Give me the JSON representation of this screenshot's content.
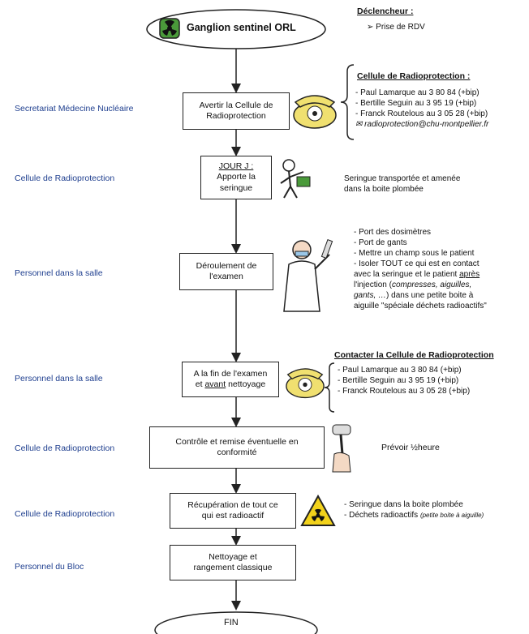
{
  "start": {
    "label": "Ganglion sentinel ORL"
  },
  "end": {
    "label": "FIN"
  },
  "trigger": {
    "title": "Déclencheur :",
    "item": "Prise de RDV"
  },
  "steps": [
    {
      "role": "Secretariat Médecine Nucléaire",
      "line1": "Avertir la Cellule de",
      "line2": "Radioprotection"
    },
    {
      "role": "Cellule de Radioprotection",
      "line1": "JOUR J :",
      "line2": "Apporte la",
      "line3": "seringue"
    },
    {
      "role": "Personnel dans la salle",
      "line1": "Déroulement de",
      "line2": "l'examen"
    },
    {
      "role": "Personnel dans la salle",
      "line1": "A la fin de l'examen",
      "line2a": "et ",
      "line2u": "avant",
      "line2b": " nettoyage"
    },
    {
      "role": "Cellule de Radioprotection",
      "line1": "Contrôle et remise éventuelle en",
      "line2": "conformité"
    },
    {
      "role": "Cellule de Radioprotection",
      "line1": "Récupération de tout ce",
      "line2": "qui est radioactif"
    },
    {
      "role": "Personnel du Bloc",
      "line1": "Nettoyage et",
      "line2": "rangement classique"
    }
  ],
  "contact1": {
    "title": "Cellule de Radioprotection :",
    "lines": [
      "- Paul Lamarque au 3 80 84 (+bip)",
      "- Bertille Seguin au 3 95 19 (+bip)",
      "- Franck Routelous au 3 05 28 (+bip)"
    ],
    "email": "radioprotection@chu-montpellier.fr"
  },
  "note_syringe": [
    "Seringue transportée et amenée",
    "dans la boite plombée"
  ],
  "exam_notes": {
    "l1": "- Port des dosimètres",
    "l2": "- Port de gants",
    "l3": "- Mettre un champ sous le patient",
    "l4": "- Isoler TOUT ce qui est en contact",
    "l5a": "avec la seringue et le patient ",
    "l5u": "après",
    "l6a": "l'injection (",
    "l6i": "compresses, aiguilles,",
    "l7i": "gants, …",
    "l7b": ") dans une petite boite à",
    "l8": "aiguille \"spéciale déchets radioactifs\""
  },
  "contact2": {
    "title": "Contacter la Cellule de Radioprotection",
    "lines": [
      "- Paul Lamarque au 3 80 84 (+bip)",
      "- Bertille Seguin au 3 95 19 (+bip)",
      "- Franck Routelous au 3 05 28 (+bip)"
    ]
  },
  "note_time": "Prévoir ½heure",
  "final_notes": {
    "l1": "- Seringue dans la boite plombée",
    "l2a": "- Déchets radioactifs ",
    "l2i": "(petite boite à aiguille)"
  },
  "icons": [
    "radioactive-logo-icon",
    "telephone-icon",
    "syringe-carrier-icon",
    "nurse-syringe-icon",
    "dosimeter-probe-icon",
    "radiation-warning-icon"
  ],
  "colors": {
    "role_text": "#1f3f8f",
    "warning_yellow": "#f2d21b",
    "logo_green": "#4a9a3a"
  }
}
